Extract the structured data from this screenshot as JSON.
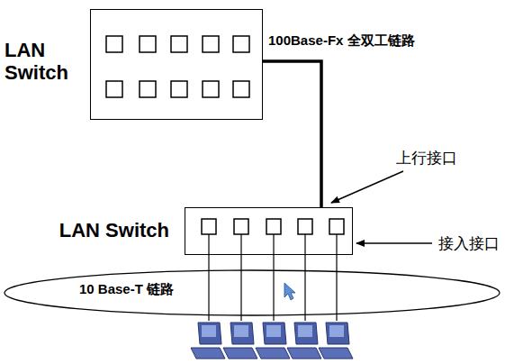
{
  "diagram": {
    "nodes": [
      {
        "text": [
          "LAN Switch"
        ]
      },
      {
        "text": [
          "LAN Switch"
        ]
      }
    ],
    "edges": [
      {
        "from": 0,
        "to": 1,
        "arrow": "none",
        "label": "100Base-Fx 全双工链路"
      }
    ],
    "labels": [
      "上行接口",
      "接入接口",
      "10 Base-T 链路"
    ]
  }
}
